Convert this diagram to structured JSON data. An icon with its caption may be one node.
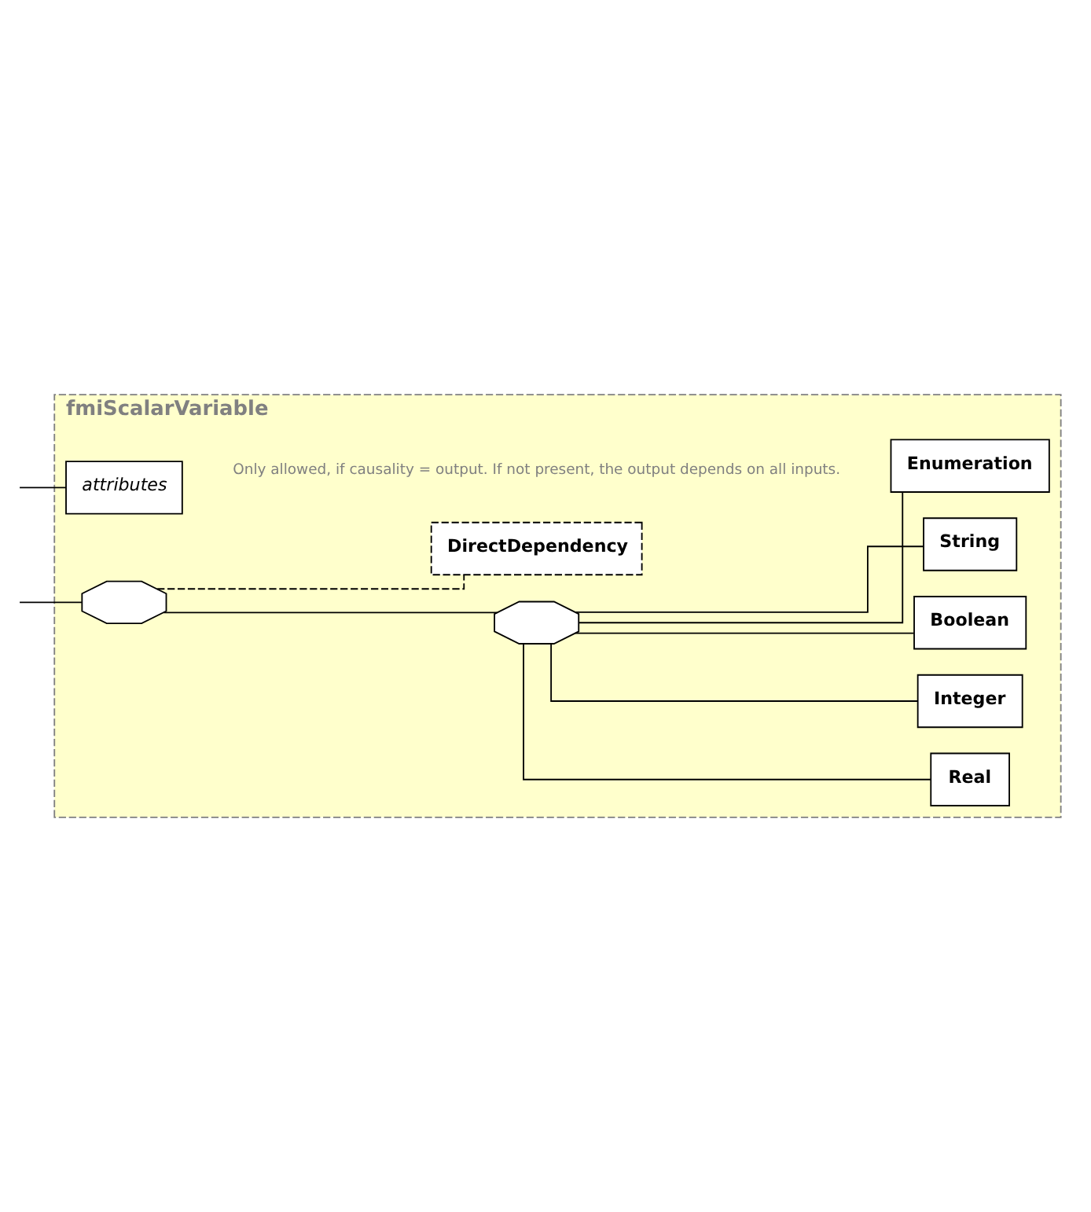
{
  "diagram": {
    "nodes": [
      {
        "text": [
          "fmiScalarVariable"
        ]
      },
      {
        "text": [
          "attributes"
        ],
        "in": 0
      },
      {
        "text": [],
        "shape": "octagon",
        "in": 0
      },
      {
        "text": [],
        "shape": "octagon",
        "in": 0
      },
      {
        "text": [
          "Real"
        ],
        "in": 0
      },
      {
        "text": [
          "Integer"
        ],
        "in": 0
      },
      {
        "text": [
          "Boolean"
        ],
        "in": 0
      },
      {
        "text": [
          "String"
        ],
        "in": 0
      },
      {
        "text": [
          "Enumeration"
        ],
        "in": 0
      },
      {
        "text": [
          "DirectDependency"
        ],
        "in": 0,
        "beside": [
          "Only allowed, if causality = output. If not present, the output depends on all inputs."
        ]
      }
    ],
    "edges": [
      {
        "from": null,
        "to": 1,
        "arrow": "none"
      },
      {
        "from": null,
        "to": 2,
        "arrow": "none"
      },
      {
        "from": 2,
        "to": 3,
        "arrow": "none"
      },
      {
        "from": 3,
        "to": 4,
        "arrow": "none"
      },
      {
        "from": 3,
        "to": 5,
        "arrow": "none"
      },
      {
        "from": 3,
        "to": 6,
        "arrow": "none"
      },
      {
        "from": 3,
        "to": 7,
        "arrow": "none"
      },
      {
        "from": 3,
        "to": 8,
        "arrow": "none"
      },
      {
        "from": 2,
        "to": 9,
        "arrow": "none",
        "style": "dashed"
      }
    ]
  }
}
